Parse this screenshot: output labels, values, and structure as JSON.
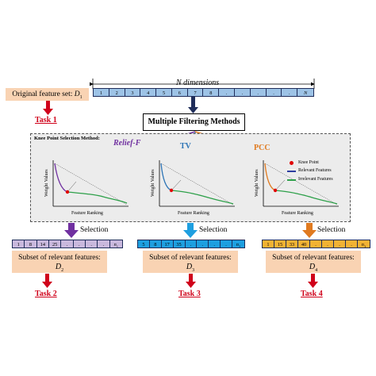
{
  "top": {
    "dimension_label": "N dimensions",
    "original_box": {
      "text": "Original feature set: ",
      "symbol": "D",
      "subscript": "1"
    },
    "task": "Task 1",
    "strip_cells": [
      "1",
      "2",
      "3",
      "4",
      "5",
      "6",
      "7",
      "8",
      ".",
      ".",
      ".",
      ".",
      ".",
      "N"
    ]
  },
  "filter_box": {
    "text": "Multiple Filtering Methods"
  },
  "knee_panel": {
    "title": "Knee Point Selection Method:",
    "methods": [
      {
        "name": "Relief-F",
        "color": "#7030a0"
      },
      {
        "name": "TV",
        "color": "#2e75b6"
      },
      {
        "name": "PCC",
        "color": "#e07a1f"
      }
    ],
    "legend": [
      {
        "label": "Knee Point",
        "color": "#e00000"
      },
      {
        "label": "Relevant Features",
        "color": "#2e3ea0"
      },
      {
        "label": "Irrelevant Features",
        "color": "#2ea04a"
      }
    ],
    "y_axis_label": "Weight Values",
    "x_axis_label": "Feature Ranking"
  },
  "subsets": [
    {
      "selection": "Selection",
      "cells": [
        "1",
        "8",
        "14",
        "25",
        ".",
        ".",
        ".",
        ".",
        "n1"
      ],
      "strip_color": "#c9b8dd",
      "arrow_color": "#7030a0",
      "box_text": "Subset of relevant features:",
      "symbol": "D",
      "subscript": "2",
      "task": "Task 2"
    },
    {
      "selection": "Selection",
      "cells": [
        "5",
        "8",
        "17",
        "35",
        ".",
        ".",
        ".",
        ".",
        "n2"
      ],
      "strip_color": "#1e9fe0",
      "arrow_color": "#1e9fe0",
      "box_text": "Subset of relevant features:",
      "symbol": "D",
      "subscript": "3",
      "task": "Task 3"
    },
    {
      "selection": "Selection",
      "cells": [
        "1",
        "15",
        "33",
        "40",
        ".",
        ".",
        ".",
        ".",
        "n3"
      ],
      "strip_color": "#f2b233",
      "arrow_color": "#e07a1f",
      "box_text": "Subset of relevant features:",
      "symbol": "D",
      "subscript": "4",
      "task": "Task 4"
    }
  ]
}
